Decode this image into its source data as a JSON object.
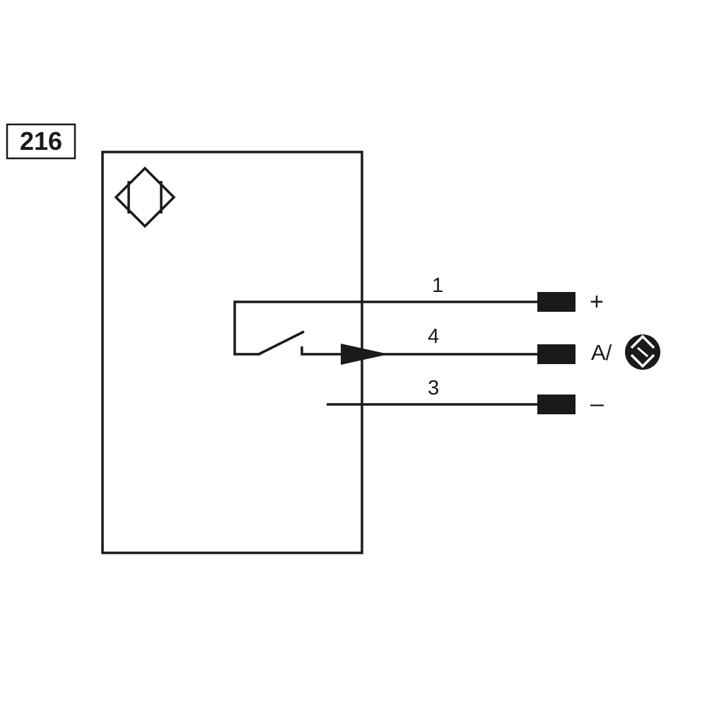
{
  "device_code": "216",
  "wires": [
    {
      "pin": "1",
      "signal": "+"
    },
    {
      "pin": "4",
      "signal": "A/"
    },
    {
      "pin": "3",
      "signal": "–"
    }
  ],
  "icons": {
    "sensor_symbol": "inductive-sensor-diamond-icon",
    "output_symbol": "antivalent-output-icon",
    "switch_symbol": "normally-open-switch-icon"
  },
  "colors": {
    "line": "#1a1a1a",
    "background": "#ffffff"
  }
}
